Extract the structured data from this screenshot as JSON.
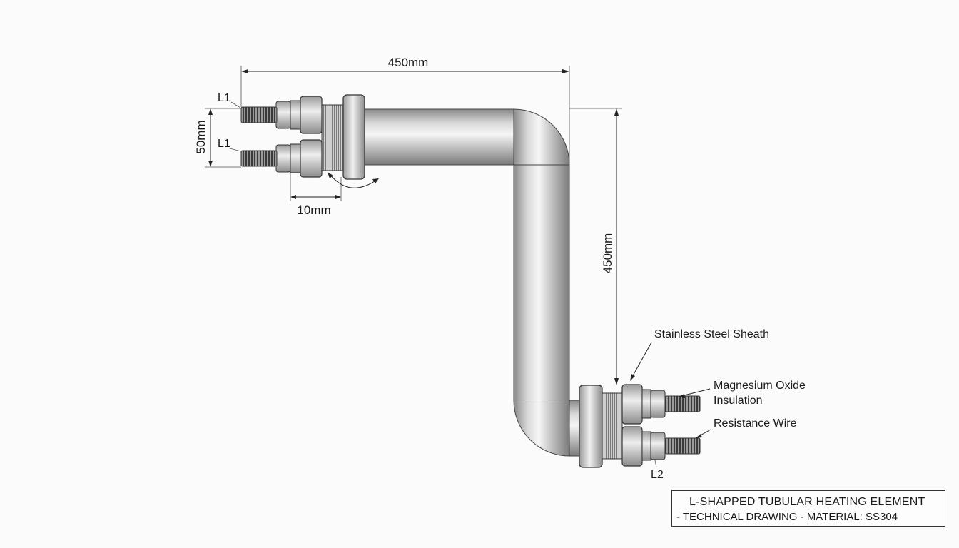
{
  "dimensions": {
    "top_length": "450mm",
    "vertical_length": "450mm",
    "terminal_spacing": "50mm",
    "offset": "10mm"
  },
  "terminal_labels": {
    "top_upper": "L1",
    "top_lower": "L1",
    "bottom": "L2"
  },
  "callouts": {
    "sheath": "Stainless Steel Sheath",
    "insulation_line1": "Magnesium Oxide",
    "insulation_line2": "Insulation",
    "wire": "Resistance Wire"
  },
  "title_block": {
    "line1": "L-SHAPPED TUBULAR HEATING ELEMENT",
    "line2": "- TECHNICAL DRAWING - MATERIAL: SS304"
  }
}
